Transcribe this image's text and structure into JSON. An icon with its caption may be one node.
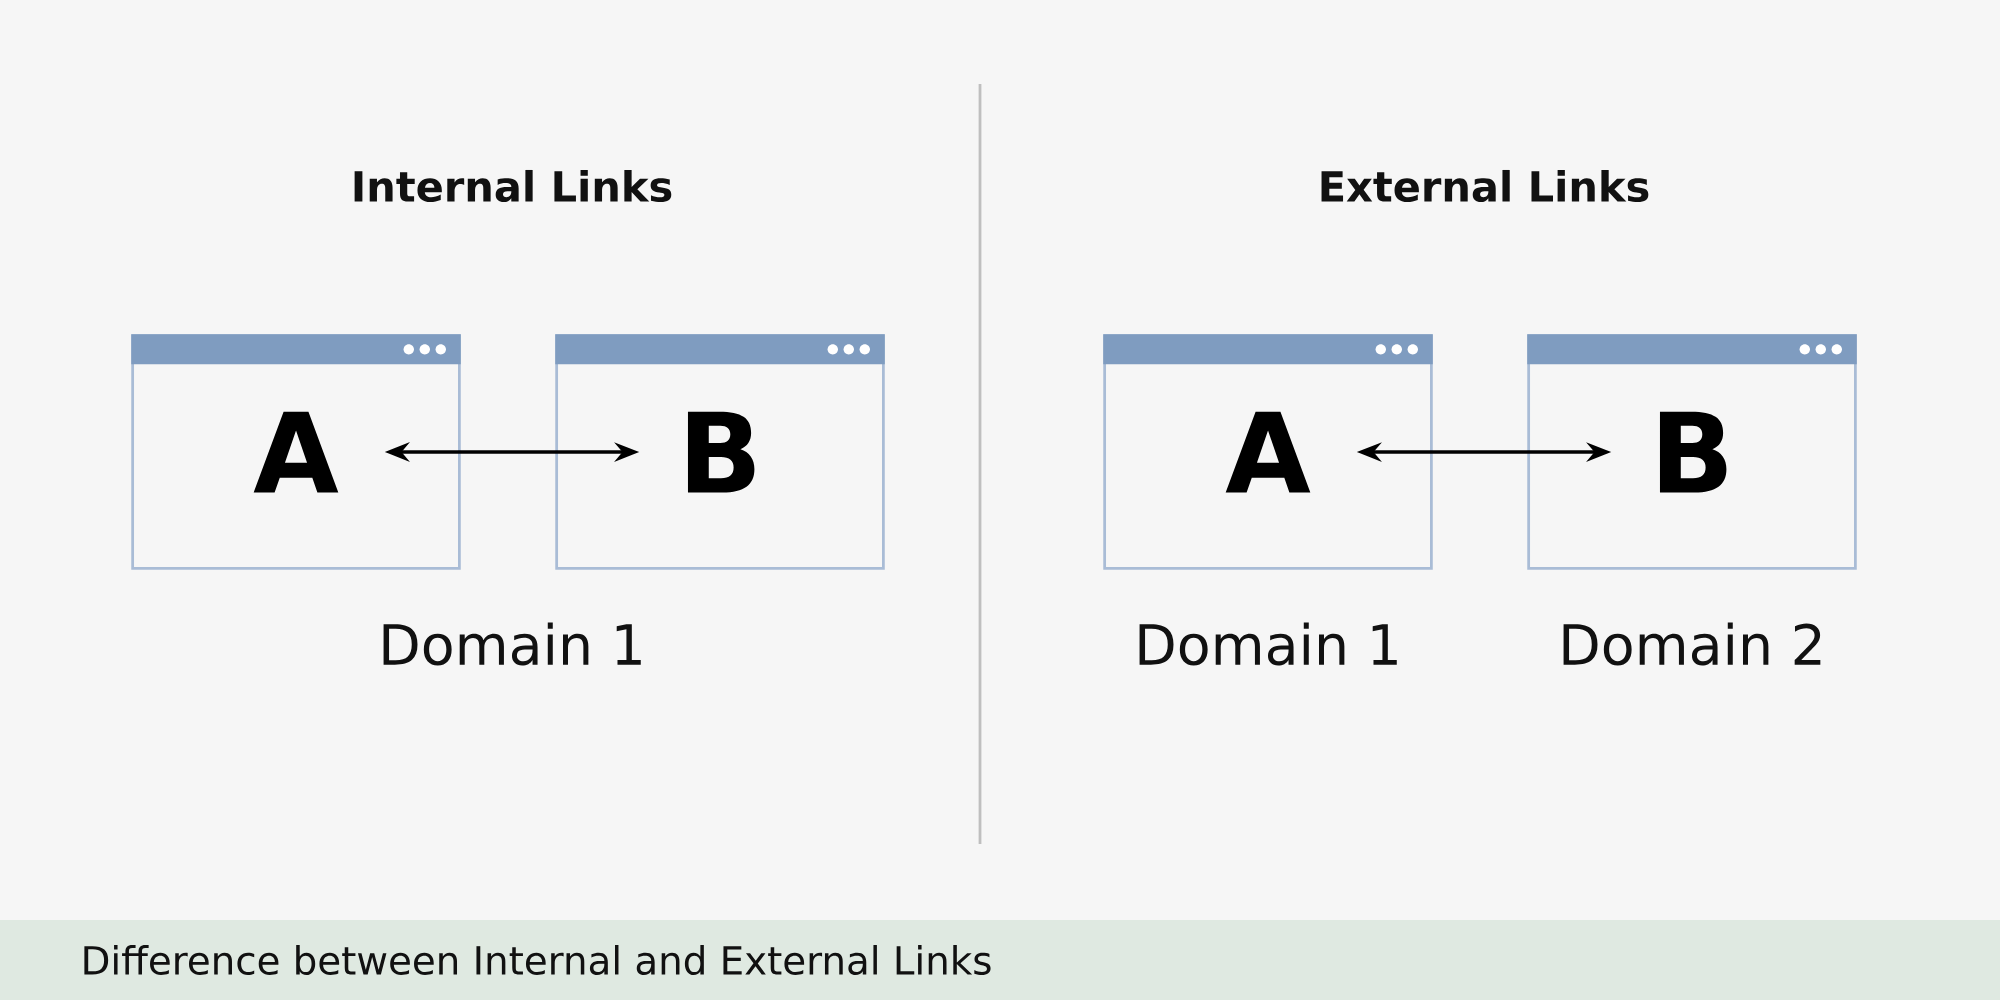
{
  "diagram": {
    "caption": "Difference between Internal and External Links",
    "nodes": [
      {
        "text": [
          "A"
        ]
      },
      {
        "text": [
          "B"
        ]
      },
      {
        "text": [
          "A"
        ],
        "beside": [
          "Domain 1"
        ]
      },
      {
        "text": [
          "B"
        ],
        "beside": [
          "Domain 2"
        ]
      }
    ],
    "edges": [
      {
        "from": 0,
        "to": 1,
        "arrow": "both"
      },
      {
        "from": 2,
        "to": 3,
        "arrow": "both"
      }
    ],
    "labels": [
      "Internal Links",
      "External Links",
      "Domain 1"
    ]
  }
}
